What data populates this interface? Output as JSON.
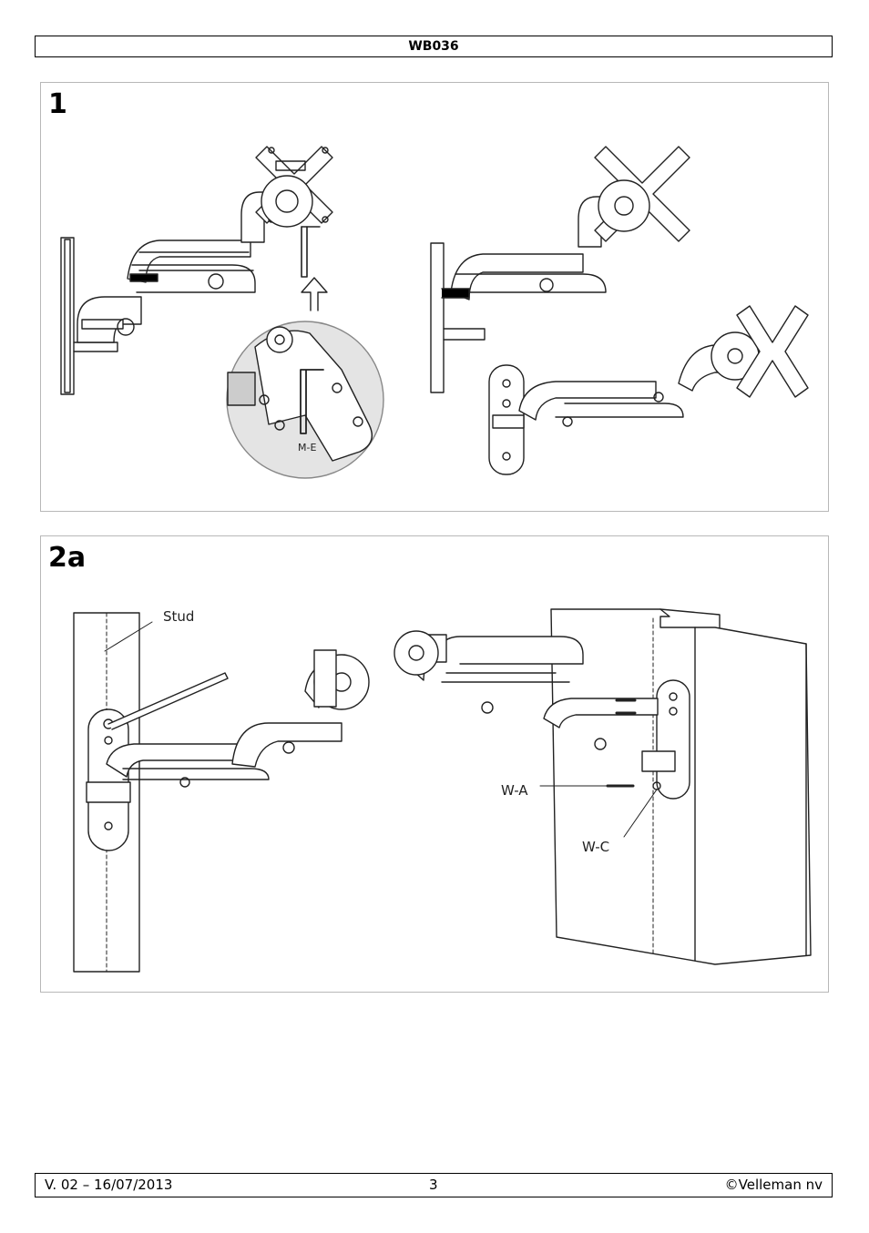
{
  "header": {
    "model": "WB036"
  },
  "panels": [
    {
      "number": "1",
      "callouts": {
        "me": "M-E"
      }
    },
    {
      "number": "2a",
      "callouts": {
        "stud": "Stud",
        "wa": "W-A",
        "wc": "W-C"
      }
    }
  ],
  "footer": {
    "version": "V. 02 – 16/07/2013",
    "page": "3",
    "copyright": "©Velleman nv"
  }
}
